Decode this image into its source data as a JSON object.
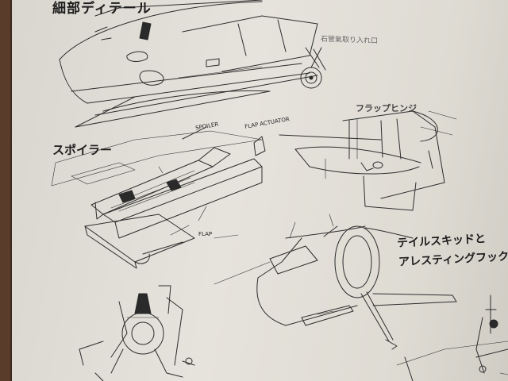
{
  "page": {
    "title": "細部ディテール",
    "intake_label": "石管氣取り入れ口",
    "flap_hinge_label": "フラップヒンジ",
    "spoiler_label": "スポイラー",
    "spoiler_tag": "SPOILER",
    "flap_actuator_tag": "FLAP ACTUATOR",
    "flap_tag": "FLAP",
    "tail_label_line1": "テイルスキッドと",
    "tail_label_line2": "アレスティングフック"
  },
  "colors": {
    "paper": "#e2dfd8",
    "ink": "#2d2d2d",
    "background": "#6b4a35"
  }
}
